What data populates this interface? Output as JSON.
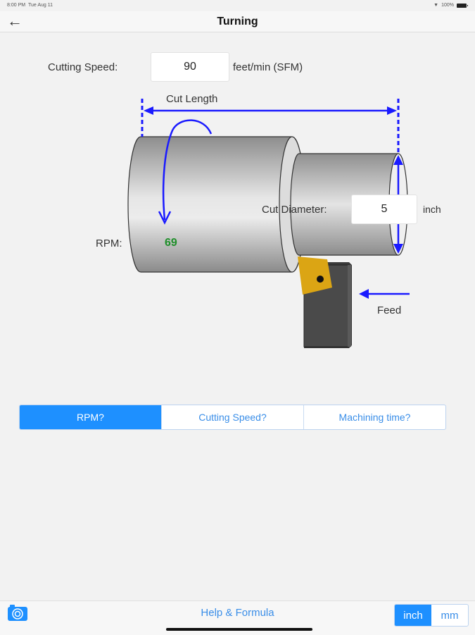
{
  "status_bar": {
    "time": "8:00 PM",
    "date": "Tue Aug 11",
    "battery": "100%"
  },
  "navbar": {
    "title": "Turning",
    "back_icon": "arrow-left-icon"
  },
  "inputs": {
    "cutting_speed": {
      "label": "Cutting Speed:",
      "value": "90",
      "unit": "feet/min (SFM)"
    },
    "cut_diameter": {
      "label": "Cut Diameter:",
      "value": "5",
      "unit": "inch"
    }
  },
  "diagram": {
    "cut_length_label": "Cut Length",
    "rpm_label": "RPM:",
    "rpm_value": "69",
    "feed_label": "Feed",
    "arrow_color": "#1a1aff",
    "insert_color": "#dba514",
    "rpm_color": "#1f8f2a"
  },
  "mode_segment": {
    "options": [
      "RPM?",
      "Cutting Speed?",
      "Machining time?"
    ],
    "selected": "RPM?",
    "accent": "#1e90ff"
  },
  "bottom_bar": {
    "camera_icon": "camera-icon",
    "help_label": "Help & Formula",
    "units": [
      "inch",
      "mm"
    ],
    "selected_unit": "inch"
  }
}
